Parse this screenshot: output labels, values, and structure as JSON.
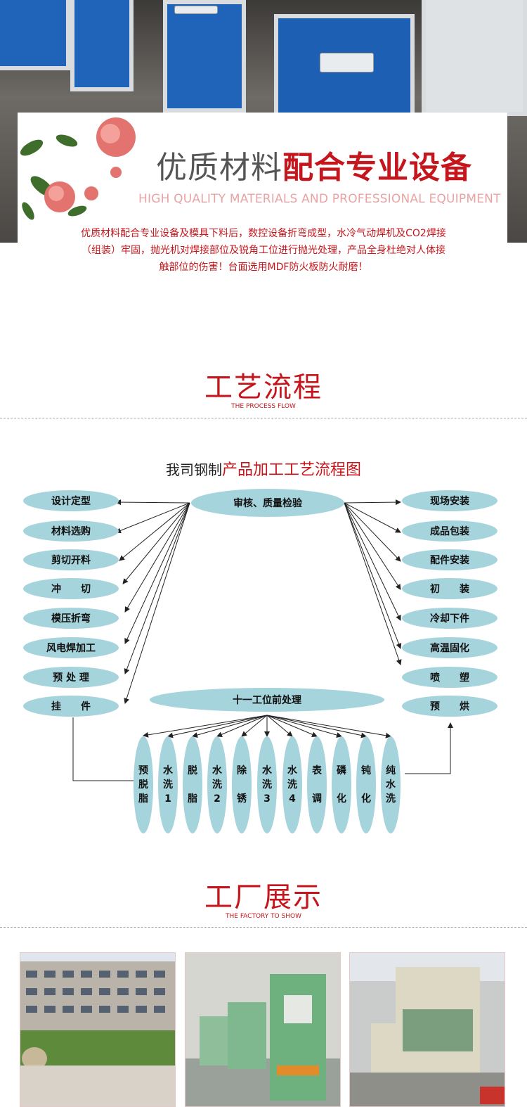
{
  "hero": {
    "title_plain": "优质材料",
    "title_bold": "配合专业设备",
    "subtitle": "HIGH QUALITY MATERIALS AND PROFESSIONAL EQUIPMENT",
    "description": "优质材料配合专业设备及模具下料后，数控设备折弯成型，水冷气动焊机及CO2焊接（组装）牢固，抛光机对焊接部位及锐角工位进行抛光处理，产品全身杜绝对人体接触部位的伤害！台面选用MDF防火板防火耐磨！"
  },
  "process": {
    "title": "工艺流程",
    "subtitle": "THE PROCESS FLOW",
    "chart_heading_plain": "我司钢制",
    "chart_heading_red": "产品加工工艺流程图",
    "center_node": "审核、质量检验",
    "pretreat_node": "十一工位前处理",
    "left_nodes": [
      "设计定型",
      "材料选购",
      "剪切开料",
      "冲　　切",
      "模压折弯",
      "风电焊加工",
      "预 处 理",
      "挂　　件"
    ],
    "right_nodes": [
      "现场安装",
      "成品包装",
      "配件安装",
      "初　　装",
      "冷却下件",
      "高温固化",
      "喷　　塑",
      "预　　烘"
    ],
    "stations": [
      "预\n脱\n脂",
      "水\n洗\n1",
      "脱\n\n脂",
      "水\n洗\n2",
      "除\n\n锈",
      "水\n洗\n3",
      "水\n洗\n4",
      "表\n\n调",
      "磷\n\n化",
      "钝\n\n化",
      "纯\n水\n洗"
    ]
  },
  "factory": {
    "title": "工厂展示",
    "subtitle": "THE FACTORY TO SHOW"
  },
  "colors": {
    "accent": "#c4161c",
    "node": "#a6d4dc"
  }
}
